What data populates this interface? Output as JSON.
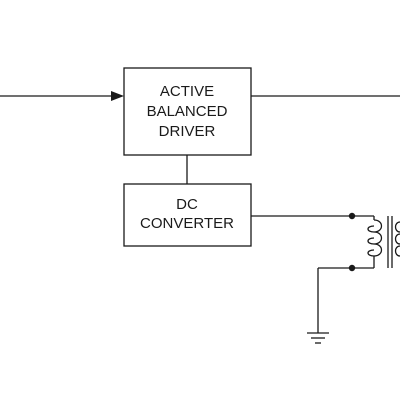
{
  "blocks": {
    "driver": {
      "lines": [
        "ACTIVE",
        "BALANCED",
        "DRIVER"
      ]
    },
    "converter": {
      "lines": [
        "DC",
        "CONVERTER"
      ]
    }
  },
  "colors": {
    "line": "#1a1a1a",
    "background": "#ffffff"
  },
  "icons": {
    "transformer": "transformer-icon",
    "ground": "ground-icon",
    "arrow": "arrow-right-icon"
  }
}
